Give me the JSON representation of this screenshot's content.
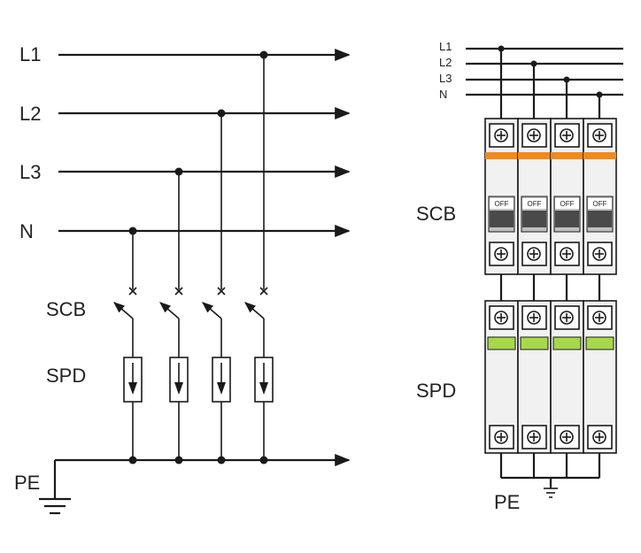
{
  "left": {
    "lines": [
      "L1",
      "L2",
      "L3",
      "N"
    ],
    "scb_label": "SCB",
    "spd_label": "SPD",
    "pe_label": "PE"
  },
  "right": {
    "lines": [
      "L1",
      "L2",
      "L3",
      "N"
    ],
    "scb_label": "SCB",
    "spd_label": "SPD",
    "pe_label": "PE",
    "breaker_state": "OFF",
    "scb_band_color": "#f08a1c",
    "spd_indicator_color": "#a6d84a"
  }
}
